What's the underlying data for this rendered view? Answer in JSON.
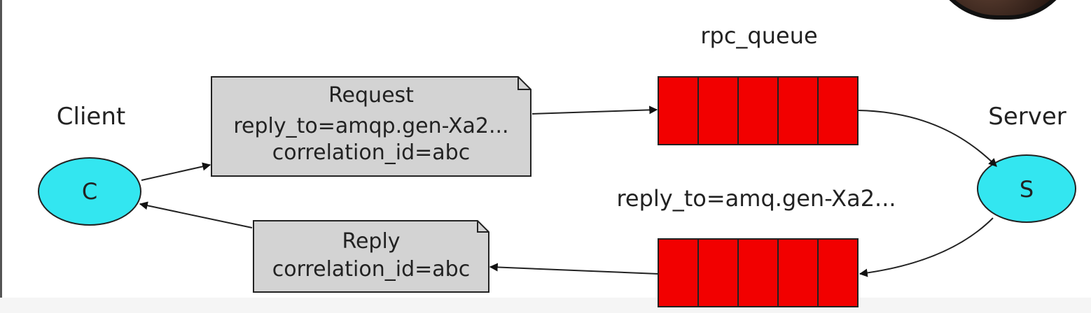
{
  "diagram": {
    "client": {
      "title": "Client",
      "letter": "C"
    },
    "server": {
      "title": "Server",
      "letter": "S"
    },
    "request_queue": {
      "title": "rpc_queue",
      "cell_count": 5
    },
    "reply_queue": {
      "title": "reply_to=amq.gen-Xa2...",
      "cell_count": 5
    },
    "request_note": {
      "lines": [
        "Request",
        "reply_to=amqp.gen-Xa2...",
        "correlation_id=abc"
      ]
    },
    "reply_note": {
      "lines": [
        "Reply",
        "correlation_id=abc"
      ]
    },
    "colors": {
      "node_fill": "#33e6f0",
      "queue_fill": "#f20000",
      "note_fill": "#d3d3d3",
      "stroke": "#222222"
    }
  }
}
